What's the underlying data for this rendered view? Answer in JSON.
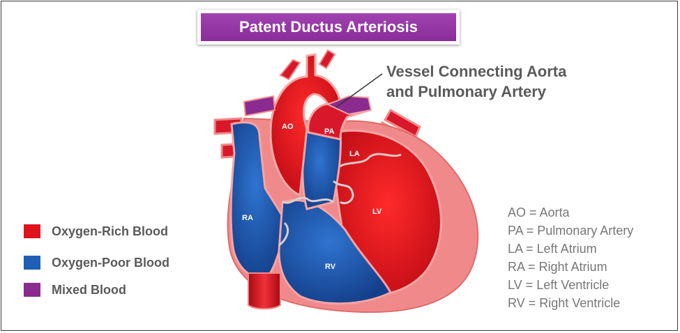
{
  "title": "Patent Ductus Arteriosis",
  "callout": {
    "line1": "Vessel Connecting Aorta",
    "line2": "and Pulmonary Artery"
  },
  "heart_labels": {
    "ao": "AO",
    "pa": "PA",
    "la": "LA",
    "ra": "RA",
    "lv": "LV",
    "rv": "RV"
  },
  "legend": [
    {
      "label": "Oxygen-Rich Blood",
      "color": "#e0121e"
    },
    {
      "label": "Oxygen-Poor Blood",
      "color": "#1f5fb8"
    },
    {
      "label": "Mixed Blood",
      "color": "#8b2a8f"
    }
  ],
  "abbreviations": [
    "AO = Aorta",
    "PA = Pulmonary Artery",
    "LA = Left Atrium",
    "RA = Right Atrium",
    "LV = Left Ventricle",
    "RV = Right Ventricle"
  ],
  "colors": {
    "oxygen_rich": "#e0121e",
    "oxygen_poor": "#1f5fb8",
    "mixed": "#8b2a8f",
    "tissue": "#f08a8a",
    "title_bg": "#9a3aab"
  }
}
